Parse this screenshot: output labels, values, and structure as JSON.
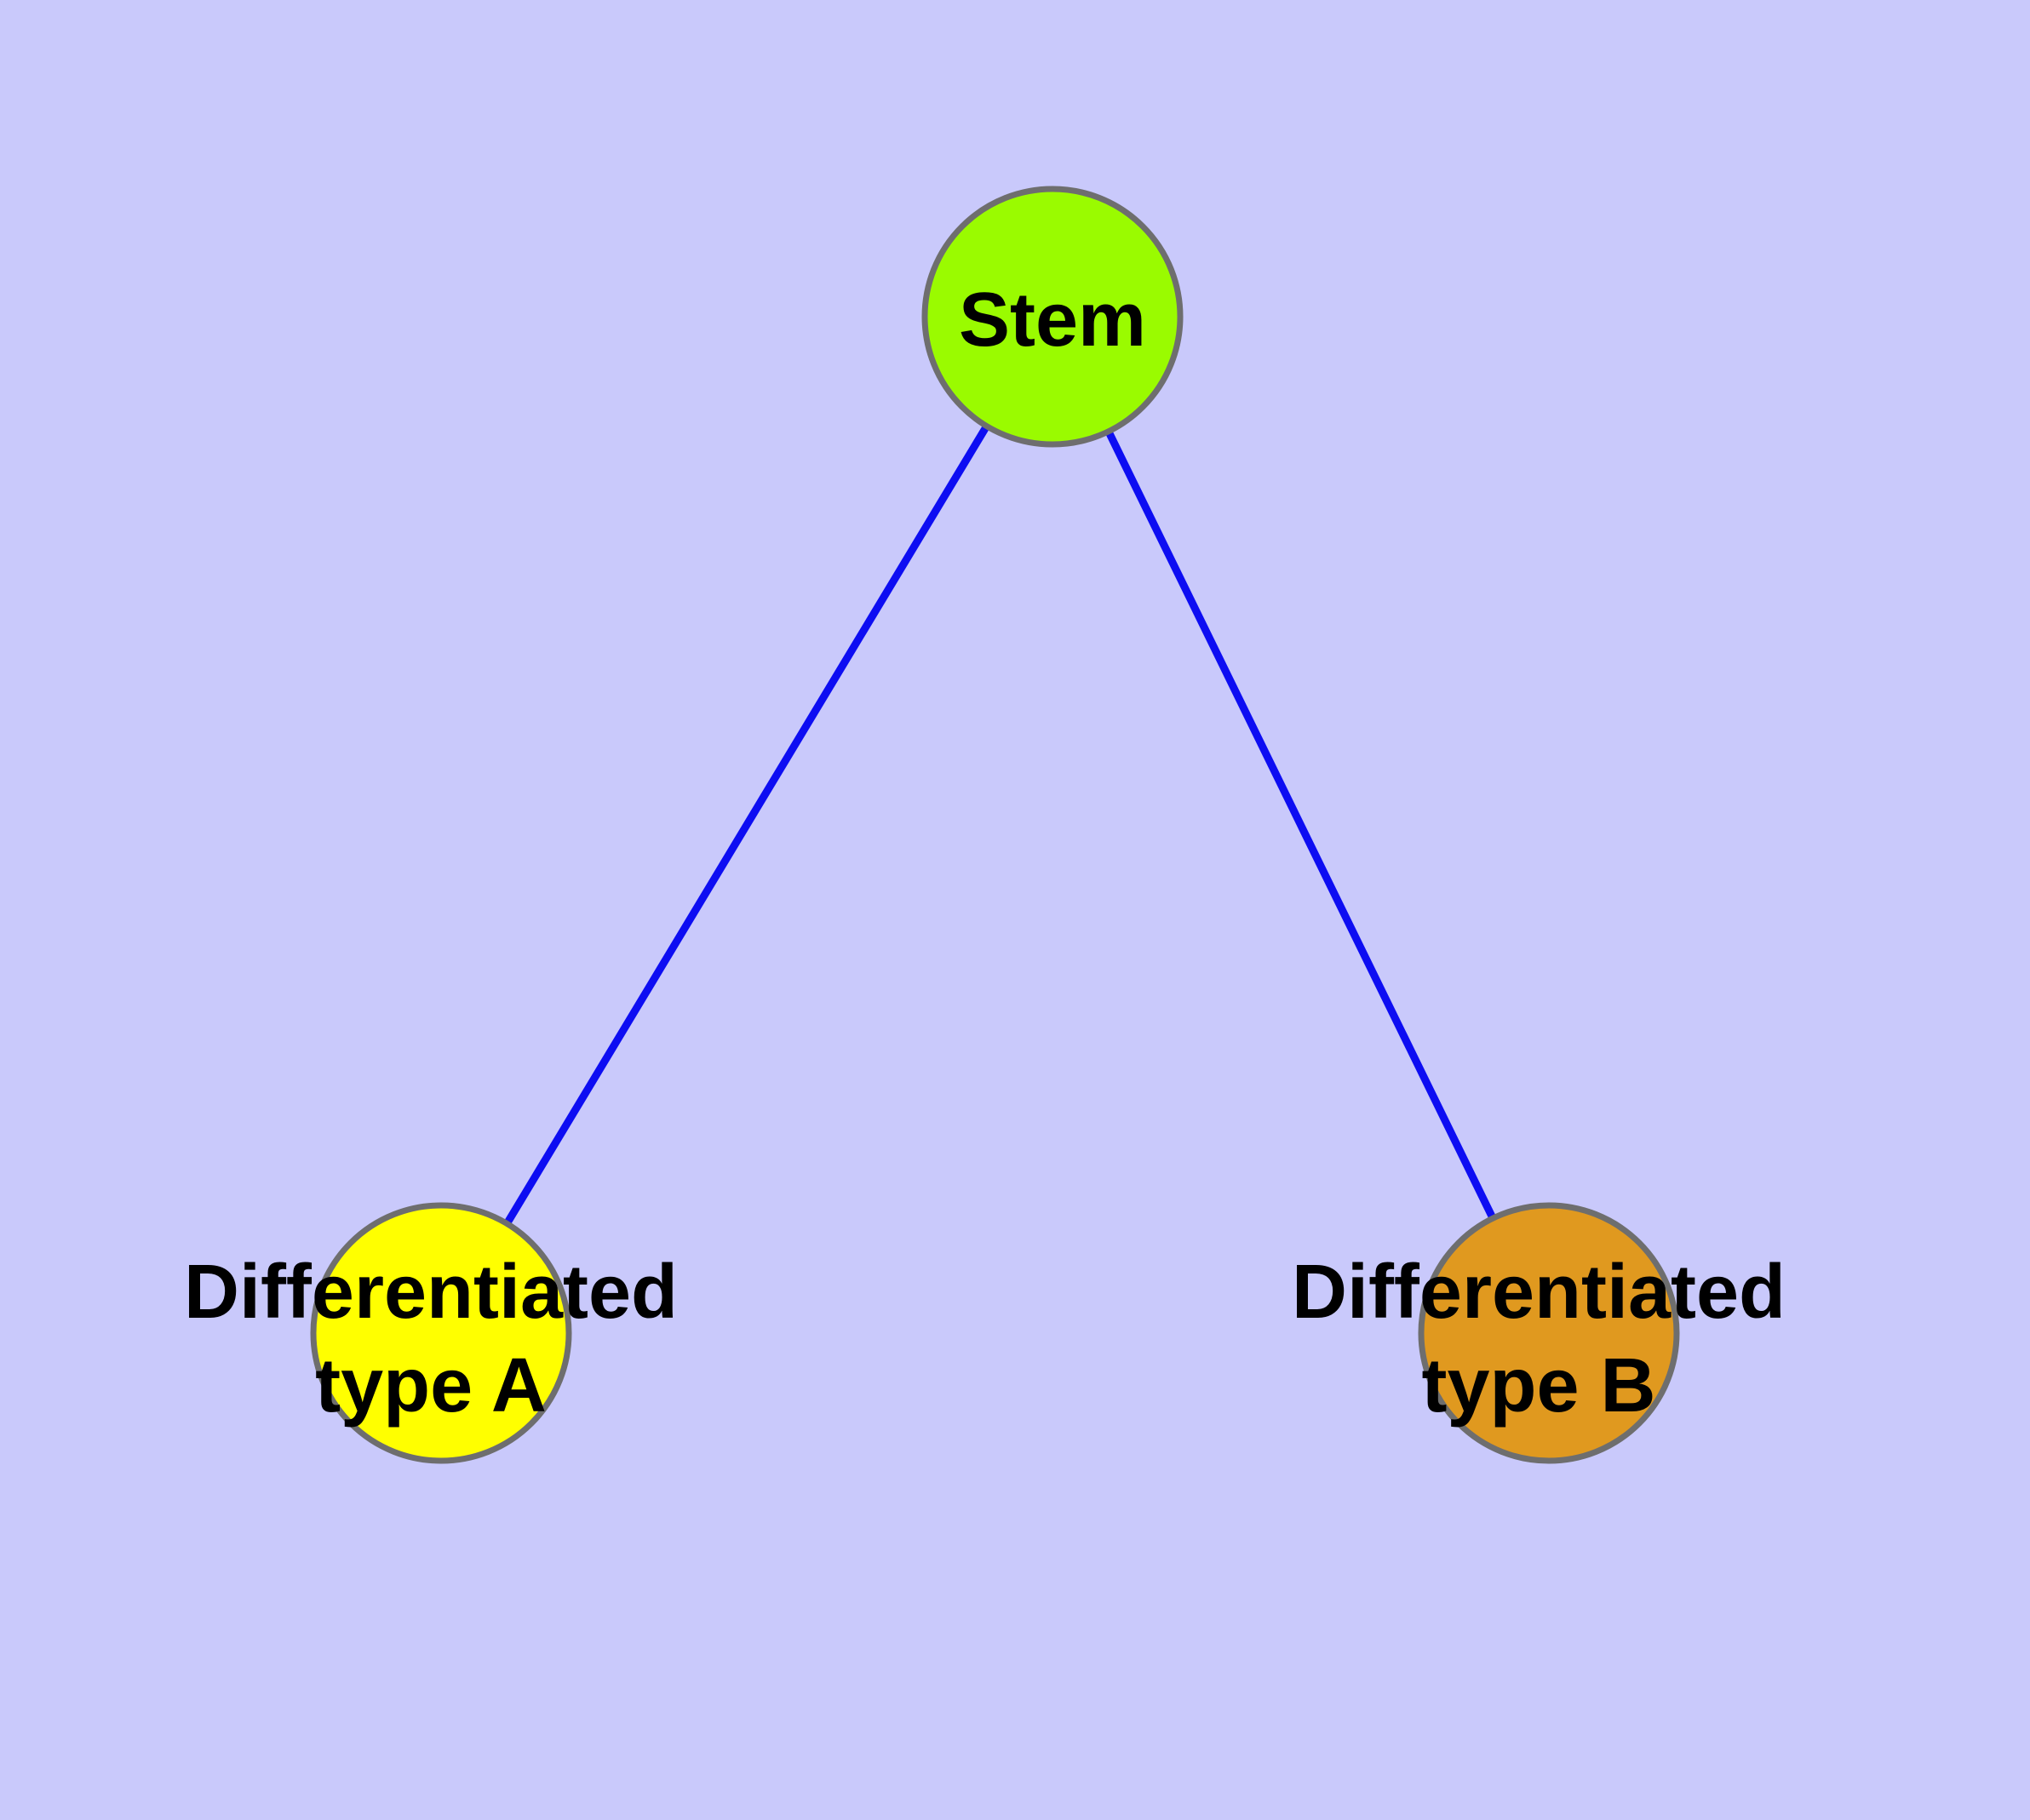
{
  "diagram": {
    "type": "node-link-graph",
    "background_color": "#c9c9fb",
    "node_border_color": "#6e6e6e",
    "edge_color": "#0d0df2",
    "label_color": "#000000",
    "nodes": {
      "stem": {
        "label": "Stem",
        "fill": "#9afb00"
      },
      "type_a": {
        "label_line1": "Differentiated",
        "label_line2": "type A",
        "fill": "#ffff00"
      },
      "type_b": {
        "label_line1": "Differentiated",
        "label_line2": "type B",
        "fill": "#e0991f"
      }
    },
    "edges": [
      {
        "from": "Stem",
        "to": "Differentiated type A"
      },
      {
        "from": "Stem",
        "to": "Differentiated type B"
      }
    ]
  }
}
